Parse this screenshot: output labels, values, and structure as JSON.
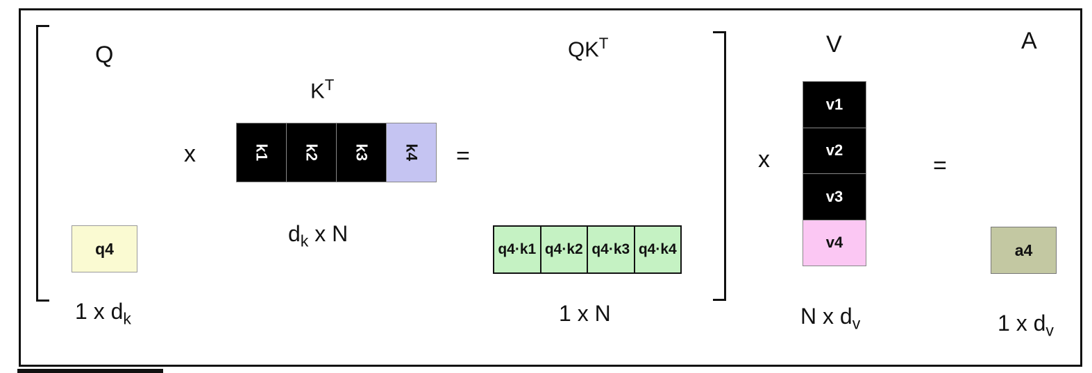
{
  "diagram": {
    "q": {
      "matrix_label": "Q",
      "cell_label": "q4",
      "dims_base": "1 x d",
      "dims_sub": "k"
    },
    "operators": {
      "times_1": "x",
      "equals_1": "=",
      "times_2": "x",
      "equals_2": "="
    },
    "kt": {
      "label_base": "K",
      "label_sup": "T",
      "cells": [
        {
          "label": "k1"
        },
        {
          "label": "k2"
        },
        {
          "label": "k3"
        },
        {
          "label": "k4"
        }
      ],
      "dims_base": "d",
      "dims_sub": "k",
      "dims_rest": " x N"
    },
    "qkt": {
      "label_base": "QK",
      "label_sup": "T",
      "cells": [
        {
          "label": "q4·k1"
        },
        {
          "label": "q4·k2"
        },
        {
          "label": "q4·k3"
        },
        {
          "label": "q4·k4"
        }
      ],
      "dims": "1 x N"
    },
    "v": {
      "matrix_label": "V",
      "cells": [
        {
          "label": "v1"
        },
        {
          "label": "v2"
        },
        {
          "label": "v3"
        },
        {
          "label": "v4"
        }
      ],
      "dims_base": "N x d",
      "dims_sub": "v"
    },
    "a": {
      "matrix_label": "A",
      "cell_label": "a4",
      "dims_base": "1 x d",
      "dims_sub": "v"
    }
  },
  "colors": {
    "frame_border": "#111111",
    "k_cell_bg": "#000000",
    "k_cell_text": "#ffffff",
    "k4_highlight_bg": "#c5c4f2",
    "q4_cell_bg": "#fafad2",
    "result_cell_bg": "#c5f2c3",
    "v_cell_bg": "#000000",
    "v4_highlight_bg": "#fbc7f3",
    "a4_cell_bg": "#c3c8a2"
  }
}
